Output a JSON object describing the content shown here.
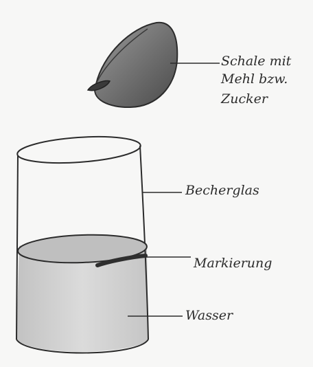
{
  "labels": {
    "bowl_line1": "Schale mit",
    "bowl_line2": "Mehl bzw.",
    "bowl_line3": "Zucker",
    "beaker": "Becherglas",
    "marking": "Markierung",
    "water": "Wasser"
  },
  "colors": {
    "ink": "#2b2b2b",
    "pencil_shade": "#8c8c8c",
    "water_shade": "#c9c9c9",
    "marker": "#3a3a3a",
    "paper": "#f7f7f6"
  }
}
